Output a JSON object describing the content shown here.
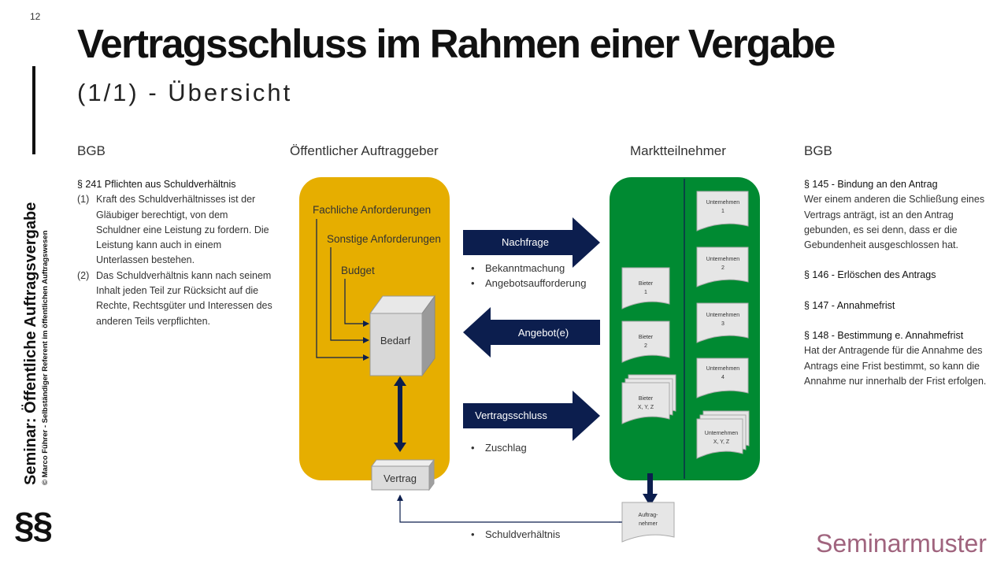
{
  "slide": {
    "page_number": "12",
    "title": "Vertragsschluss im Rahmen einer Vergabe",
    "subtitle": "(1/1) - Übersicht",
    "side_title": "Seminar: Öffentliche Auftragsvergabe",
    "side_subtitle": "© Marco Führer - Selbständiger Referent im öffentlichen Auftragswesen",
    "paragraph_symbol": "§§",
    "watermark": "Seminarmuster"
  },
  "left_column": {
    "heading": "BGB",
    "section_title": "§ 241 Pflichten aus Schuldverhältnis",
    "items": [
      {
        "num": "(1)",
        "text": "Kraft des Schuldverhältnisses ist der Gläubiger berechtigt, von dem Schuldner eine Leistung zu fordern. Die Leistung kann auch in einem Unterlassen bestehen."
      },
      {
        "num": "(2)",
        "text": "Das Schuldverhältnis kann nach seinem Inhalt jeden Teil zur Rücksicht auf die Rechte, Rechtsgüter und Interessen des anderen Teils verpflichten."
      }
    ]
  },
  "right_column": {
    "heading": "BGB",
    "sections": [
      {
        "title": "§ 145 - Bindung an den Antrag",
        "text": "Wer einem anderen die Schließung eines Vertrags anträgt, ist an den Antrag gebunden, es sei denn, dass er die Gebundenheit ausgeschlossen hat."
      },
      {
        "title": "§ 146 - Erlöschen des Antrags",
        "text": ""
      },
      {
        "title": "§ 147 - Annahmefrist",
        "text": ""
      },
      {
        "title": "§ 148 - Bestimmung e. Annahmefrist",
        "text": "Hat der Antragende für die Annahme des Antrags eine Frist bestimmt, so kann die Annahme nur innerhalb der Frist erfolgen."
      }
    ]
  },
  "diagram": {
    "buyer_heading": "Öffentlicher Auftraggeber",
    "market_heading": "Marktteilnehmer",
    "buyer_box": {
      "req_technical": "Fachliche Anforderungen",
      "req_other": "Sonstige Anforderungen",
      "budget": "Budget",
      "need": "Bedarf",
      "contract": "Vertrag"
    },
    "arrows": {
      "request": "Nachfrage",
      "offer": "Angebot(e)",
      "conclusion": "Vertragsschluss"
    },
    "bullets": {
      "request": [
        "Bekanntmachung",
        "Angebotsaufforderung"
      ],
      "conclusion": [
        "Zuschlag"
      ],
      "relationship": [
        "Schuldverhältnis"
      ]
    },
    "bidders": [
      {
        "line1": "Bieter",
        "line2": "1"
      },
      {
        "line1": "Bieter",
        "line2": "2"
      },
      {
        "line1": "Bieter",
        "line2": "X, Y, Z"
      }
    ],
    "companies": [
      {
        "line1": "Unternehmen",
        "line2": "1"
      },
      {
        "line1": "Unternehmen",
        "line2": "2"
      },
      {
        "line1": "Unternehmen",
        "line2": "3"
      },
      {
        "line1": "Unternehmen",
        "line2": "4"
      },
      {
        "line1": "Unternehmen",
        "line2": "X, Y, Z"
      }
    ],
    "contractor": {
      "line1": "Auftrag-",
      "line2": "nehmer"
    },
    "colors": {
      "buyer": "#e6ae00",
      "market": "#008a32",
      "arrow": "#0c1e4e",
      "doc": "#e6e6e6",
      "need_box": "#d9d9d9"
    }
  }
}
